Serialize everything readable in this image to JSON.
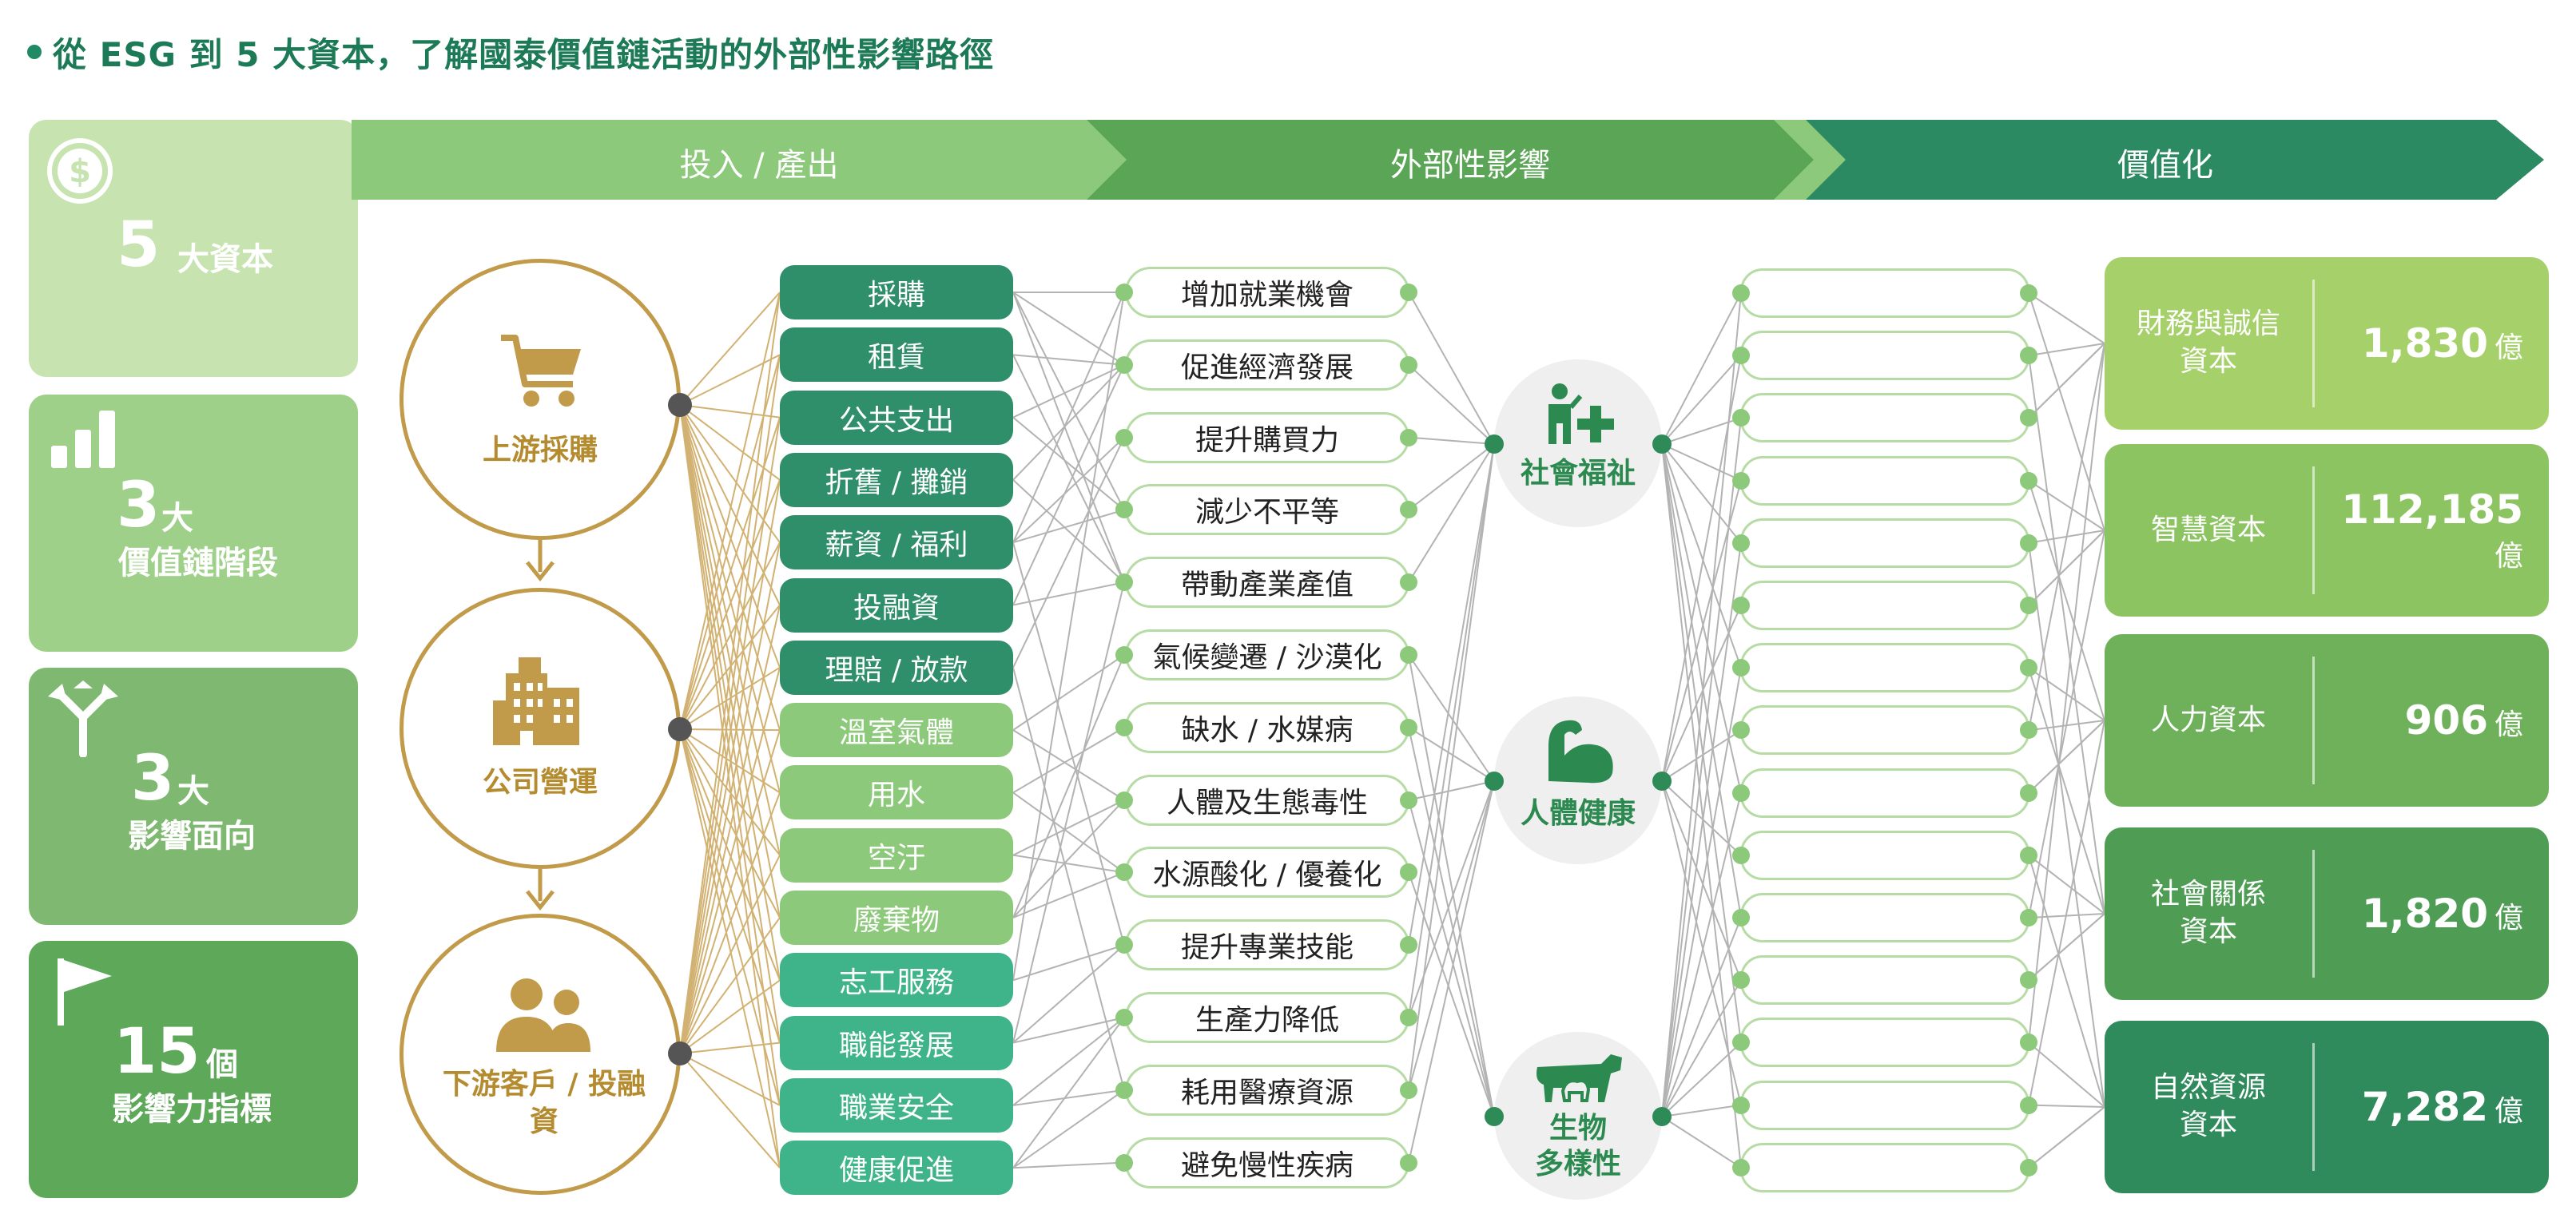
{
  "title": "從 ESG 到 5 大資本，了解國泰價值鏈活動的外部性影響路徑",
  "summary": [
    {
      "number": "5",
      "text": "大資本",
      "icon": "dollar-coin-icon",
      "color": "#c7e3b0"
    },
    {
      "number": "3",
      "text_top": "大",
      "text": "價值鏈階段",
      "icon": "bar-chart-icon",
      "color": "#9ed08a"
    },
    {
      "number": "3",
      "text_top": "大",
      "text": "影響面向",
      "icon": "split-arrows-icon",
      "color": "#7fb870"
    },
    {
      "number": "15",
      "text_top": "個",
      "text": "影響力指標",
      "icon": "flag-icon",
      "color": "#5ea85a"
    }
  ],
  "stages": [
    "投入 / 產出",
    "外部性影響",
    "價值化"
  ],
  "value_chain": [
    {
      "label": "上游採購",
      "icon": "shopping-cart-icon"
    },
    {
      "label": "公司營運",
      "icon": "office-building-icon"
    },
    {
      "label": "下游客戶 / 投融資",
      "icon": "people-group-icon"
    }
  ],
  "inputs": [
    {
      "label": "採購",
      "color": "#2f8f6a"
    },
    {
      "label": "租賃",
      "color": "#2f8f6a"
    },
    {
      "label": "公共支出",
      "color": "#2f8f6a"
    },
    {
      "label": "折舊 / 攤銷",
      "color": "#2f8f6a"
    },
    {
      "label": "薪資 / 福利",
      "color": "#2f8f6a"
    },
    {
      "label": "投融資",
      "color": "#2f8f6a"
    },
    {
      "label": "理賠 / 放款",
      "color": "#2f8f6a"
    },
    {
      "label": "溫室氣體",
      "color": "#8cc97a"
    },
    {
      "label": "用水",
      "color": "#8cc97a"
    },
    {
      "label": "空汙",
      "color": "#8cc97a"
    },
    {
      "label": "廢棄物",
      "color": "#8cc97a"
    },
    {
      "label": "志工服務",
      "color": "#3fb48a"
    },
    {
      "label": "職能發展",
      "color": "#3fb48a"
    },
    {
      "label": "職業安全",
      "color": "#3fb48a"
    },
    {
      "label": "健康促進",
      "color": "#3fb48a"
    }
  ],
  "impacts": [
    "增加就業機會",
    "促進經濟發展",
    "提升購買力",
    "減少不平等",
    "帶動產業產值",
    "氣候變遷 / 沙漠化",
    "缺水 / 水媒病",
    "人體及生態毒性",
    "水源酸化 / 優養化",
    "提升專業技能",
    "生產力降低",
    "耗用醫療資源",
    "避免慢性疾病"
  ],
  "hubs": [
    {
      "label": "社會福祉",
      "icon": "person-plus-icon"
    },
    {
      "label": "人體健康",
      "icon": "flexed-arm-icon"
    },
    {
      "label": "生物多樣性",
      "label_line1": "生物",
      "label_line2": "多樣性",
      "icon": "animals-icon"
    }
  ],
  "capitals": [
    {
      "name_line1": "財務與誠信",
      "name_line2": "資本",
      "value": "1,830",
      "unit": "億",
      "color": "#a5d06a"
    },
    {
      "name_line1": "智慧資本",
      "name_line2": "",
      "value": "112,185",
      "unit": "億",
      "color": "#8cc461"
    },
    {
      "name_line1": "人力資本",
      "name_line2": "",
      "value": "906",
      "unit": "億",
      "color": "#6fb15a"
    },
    {
      "name_line1": "社會關係",
      "name_line2": "資本",
      "value": "1,820",
      "unit": "億",
      "color": "#4f9d55"
    },
    {
      "name_line1": "自然資源",
      "name_line2": "資本",
      "value": "7,282",
      "unit": "億",
      "color": "#2f8a5c"
    }
  ]
}
